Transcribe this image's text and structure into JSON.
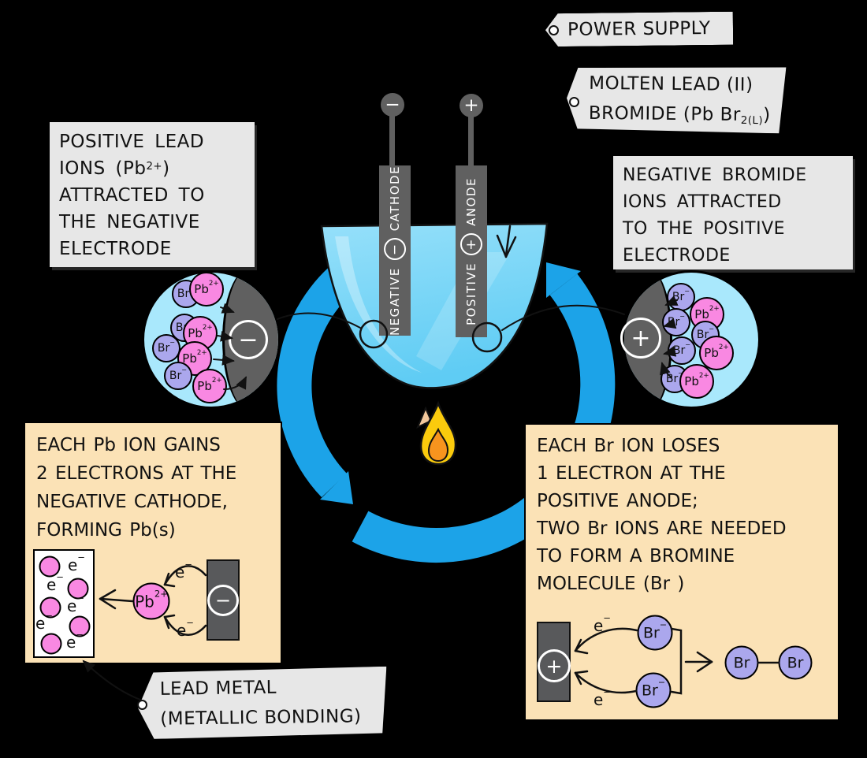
{
  "tags": {
    "power_supply": "POWER SUPPLY",
    "molten": {
      "line1": "MOLTEN LEAD (II)",
      "line2_pre": "BROMIDE (Pb Br",
      "line2_sub": "2(L)",
      "line2_post": ")"
    },
    "lead_metal": {
      "line1": "LEAD METAL",
      "line2": "(METALLIC BONDING)"
    }
  },
  "callouts": {
    "left": {
      "line1": "POSITIVE LEAD",
      "line2_pre": "IONS (Pb",
      "line2_sup": "2+",
      "line2_post": ")",
      "line3": "ATTRACTED TO",
      "line4": "THE NEGATIVE",
      "line5": "ELECTRODE"
    },
    "right": {
      "line1": "NEGATIVE BROMIDE",
      "line2": "IONS ATTRACTED",
      "line3": "TO THE POSITIVE",
      "line4": "ELECTRODE"
    }
  },
  "electrodes": {
    "cathode": {
      "terminal": "−",
      "polarity": "NEGATIVE",
      "symbol": "−",
      "name": "CATHODE"
    },
    "anode": {
      "terminal": "+",
      "polarity": "POSITIVE",
      "symbol": "+",
      "name": "ANODE"
    }
  },
  "ions": {
    "pb": {
      "base": "Pb",
      "charge": "2+"
    },
    "br": {
      "base": "Br",
      "charge": "−"
    },
    "electron": {
      "base": "e",
      "charge": "−"
    }
  },
  "boxes": {
    "cathode": {
      "line1": "EACH Pb  ION GAINS",
      "line2": "2 ELECTRONS AT THE",
      "line3": "NEGATIVE CATHODE,",
      "line4": "FORMING Pb(s)"
    },
    "anode": {
      "line1": "EACH Br  ION LOSES",
      "line2": "1 ELECTRON AT THE",
      "line3": "POSITIVE ANODE;",
      "line4": "TWO Br IONS ARE NEEDED",
      "line5": "TO FORM A BROMINE",
      "line6": "MOLECULE (Br )"
    }
  },
  "colors": {
    "ring_blue": "#1CA3E8",
    "liquid_blue": "#7ED8F8",
    "tag_gray": "#E7E7E7",
    "box_orange": "#FBE2B6",
    "ion_pink": "#F988E2",
    "ion_purple": "#ABA7ED",
    "electrode_gray": "#606060",
    "flame_yellow": "#FBCB0D",
    "flame_orange": "#F7941E"
  }
}
